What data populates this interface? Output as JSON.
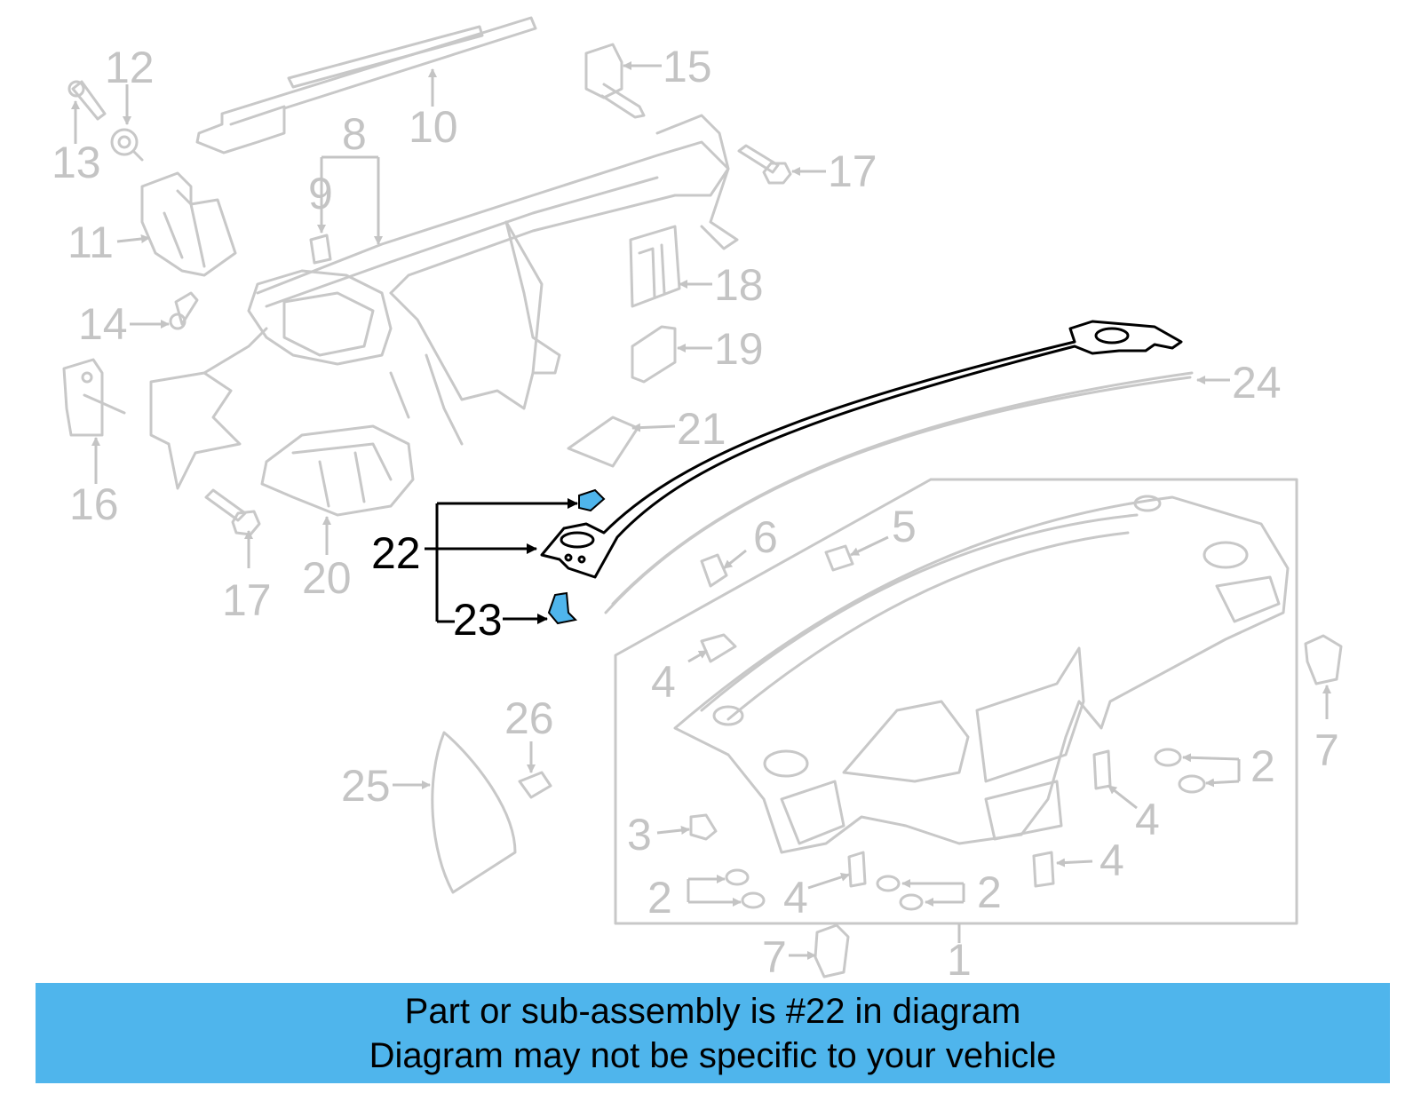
{
  "callouts": {
    "c1": "1",
    "c2a": "2",
    "c2b": "2",
    "c2c": "2",
    "c3": "3",
    "c4a": "4",
    "c4b": "4",
    "c4c": "4",
    "c4d": "4",
    "c5": "5",
    "c6": "6",
    "c7a": "7",
    "c7b": "7",
    "c8": "8",
    "c9": "9",
    "c10": "10",
    "c11": "11",
    "c12": "12",
    "c13": "13",
    "c14": "14",
    "c15": "15",
    "c16": "16",
    "c17a": "17",
    "c17b": "17",
    "c18": "18",
    "c19": "19",
    "c20": "20",
    "c21": "21",
    "c22": "22",
    "c23": "23",
    "c24": "24",
    "c25": "25",
    "c26": "26"
  },
  "highlight_color": "#4fb5ec",
  "banner": {
    "line1": "Part or sub-assembly is #22 in diagram",
    "line2": "Diagram may not be specific to your vehicle"
  }
}
